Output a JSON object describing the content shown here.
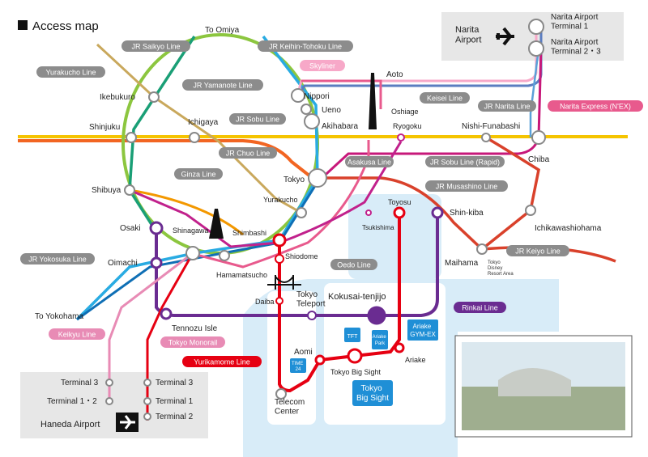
{
  "title": "Access map",
  "stations": {
    "to_omiya": "To Omiya",
    "ikebukuro": "Ikebukuro",
    "shinjuku": "Shinjuku",
    "ichigaya": "Ichigaya",
    "shibuya": "Shibuya",
    "osaki": "Osaki",
    "oimachi": "Oimachi",
    "shinagawa": "Shinagawa",
    "shimbashi": "Shimbashi",
    "hamamatsucho": "Hamamatsucho",
    "to_yokohama": "To Yokohama",
    "tennozu": "Tennozu Isle",
    "nippori": "Nippori",
    "ueno": "Ueno",
    "akihabara": "Akihabara",
    "aoto": "Aoto",
    "oshiage": "Oshiage",
    "ryogoku": "Ryogoku",
    "tokyo": "Tokyo",
    "yurakucho": "Yurakucho",
    "nishi_funabashi": "Nishi-Funabashi",
    "chiba": "Chiba",
    "ichikawa": "Ichikawashiohama",
    "toyosu": "Toyosu",
    "tsukishima": "Tsukishima",
    "shiomi": "Shin-kiba",
    "shiodome": "Shiodome",
    "daiba": "Daiba",
    "tokyo_teleport": "Tokyo\nTeleport",
    "kokusai": "Kokusai-tenjijo",
    "maihama": "Maihama",
    "aomi": "Aomi",
    "big_sight": "Tokyo Big Sight",
    "ariake": "Ariake",
    "telecom": "Telecom\nCenter",
    "disney": "Tokyo\nDisney\nResort Area"
  },
  "lines": {
    "yurakucho": "Yurakucho Line",
    "saikyo": "JR Saikyo Line",
    "keihin": "JR Keihin-Tohoku Line",
    "yamanote": "JR Yamanote Line",
    "skyliner": "Skyliner",
    "keisei": "Keisei Line",
    "narita": "JR Narita Line",
    "nex": "Narita Express (N'EX)",
    "sobu": "JR Sobu Line",
    "chuo": "JR Chuo Line",
    "sobu_rapid": "JR Sobu Line (Rapid)",
    "asakusa": "Asakusa Line",
    "ginza": "Ginza Line",
    "musashino": "JR Musashino Line",
    "keiyo": "JR Keiyo Line",
    "oedo": "Oedo Line",
    "yokosuka": "JR Yokosuka Line",
    "rinkai": "Rinkai Line",
    "keikyu": "Keikyu Line",
    "monorail": "Tokyo Monorail",
    "yurikamome": "Yurikamome Line"
  },
  "narita_box": {
    "name": "Narita\nAirport",
    "t1": "Narita Airport\nTerminal 1",
    "t23": "Narita Airport\nTerminal 2・3"
  },
  "haneda_box": {
    "name": "Haneda Airport",
    "keikyu_t3": "Terminal 3",
    "keikyu_t12": "Terminal 1・2",
    "mono_t3": "Terminal 3",
    "mono_t1": "Terminal 1",
    "mono_t2": "Terminal 2"
  },
  "venue": {
    "big_sight_label": "Tokyo\nBig Sight",
    "gym": "Ariake\nGYM-EX",
    "tft": "TFT",
    "park": "Ariake\nPark",
    "time24": "TIME\n24"
  },
  "colors": {
    "yamanote": "#8cc63f",
    "chuo": "#f26522",
    "sobu": "#f5c400",
    "keihin": "#29abe2",
    "saikyo": "#1a9f76",
    "yurakucho": "#c9a85c",
    "keisei": "#5b7dc0",
    "skyliner": "#f7a8c8",
    "nex": "#c7187a",
    "keiyo": "#d9412b",
    "asakusa": "#e85a8d",
    "oedo": "#c1218c",
    "rinkai": "#6a2c91",
    "yurikamome": "#e60012",
    "monorail": "#e60012",
    "keikyu": "#e88bb5",
    "yokosuka": "#0f6fb5",
    "ginza": "#f39800",
    "water": "#d8ecf8"
  }
}
